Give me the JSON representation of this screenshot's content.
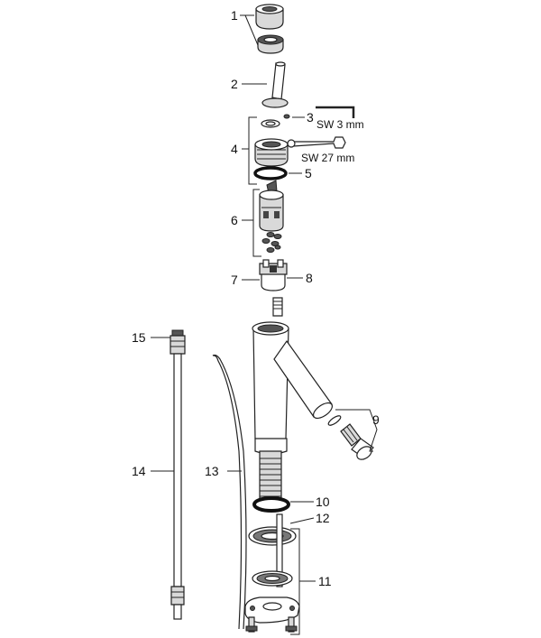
{
  "callouts": {
    "c1": "1",
    "c2": "2",
    "c3": "3",
    "c4": "4",
    "c5": "5",
    "c6": "6",
    "c7": "7",
    "c8": "8",
    "c9": "9",
    "c10": "10",
    "c11": "11",
    "c12": "12",
    "c13": "13",
    "c14": "14",
    "c15": "15"
  },
  "tools": {
    "allen_key": "SW 3 mm",
    "wrench": "SW 27 mm"
  }
}
